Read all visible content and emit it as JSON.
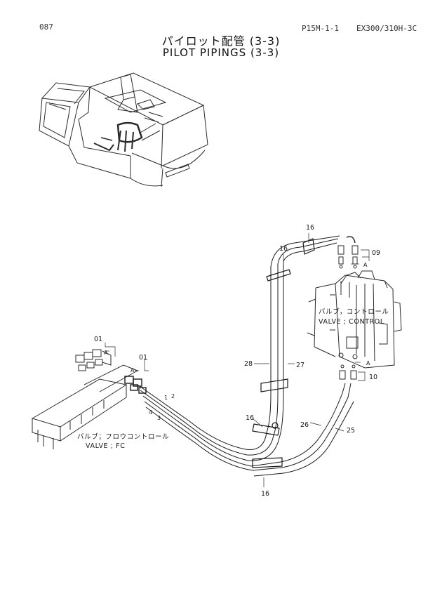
{
  "header": {
    "page_number": "087",
    "code_a": "P15M-1-1",
    "code_b": "EX300/310H-3C"
  },
  "title": {
    "japanese": "パイロット配管 (3-3)",
    "english": "PILOT PIPINGS (3-3)"
  },
  "labels": {
    "valve_control_jp": "バルブ，コントロール",
    "valve_control_en": "VALVE ; CONTROL",
    "valve_fc_jp": "バルブ；フロウコントロール",
    "valve_fc_en": "VALVE ; FC"
  },
  "callouts": {
    "c16_top": "16",
    "c16_left": "16",
    "c09": "09",
    "a_top": "A",
    "c28": "28",
    "c27": "27",
    "c10": "10",
    "a_right": "A",
    "c01_left": "01",
    "a_left": "A",
    "c01_mid": "01",
    "a_mid": "A",
    "n1": "1",
    "n2": "2",
    "n3": "3",
    "n4": "4",
    "c16_mid": "16",
    "c26": "26",
    "c25": "25",
    "c16_bottom": "16"
  }
}
